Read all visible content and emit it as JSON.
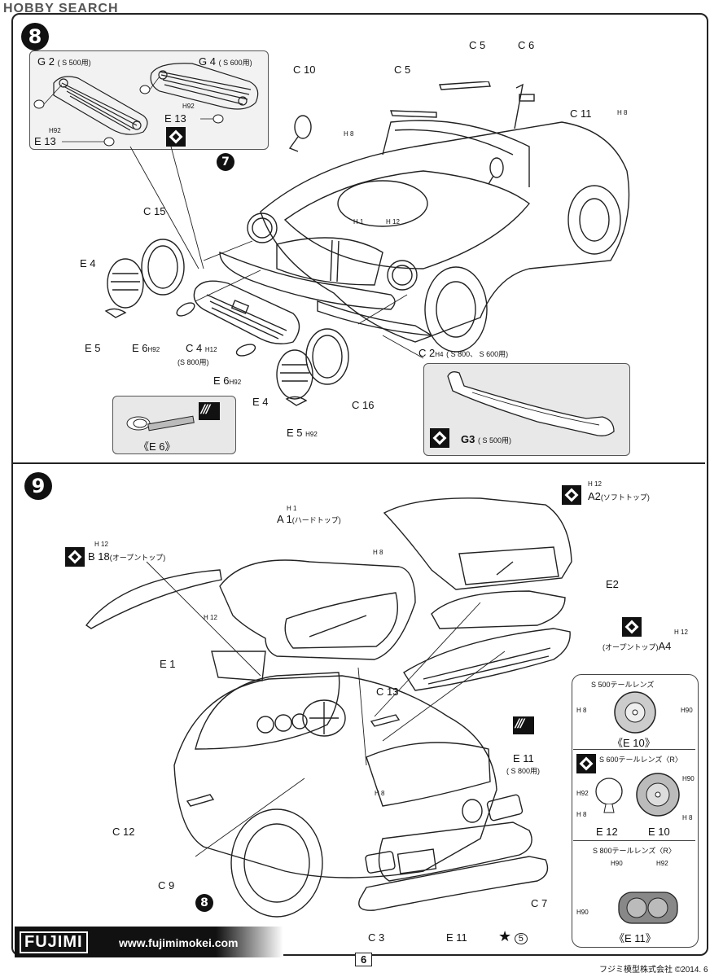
{
  "header": {
    "watermark": "HOBBY SEARCH"
  },
  "step8": {
    "number": "8",
    "subref": "7",
    "grille_box": {
      "g2": "G 2",
      "g2_note": "( S 500用)",
      "g4": "G 4",
      "g4_note": "( S 600用)",
      "h92_a": "H92",
      "h92_b": "H92",
      "e13_a": "E 13",
      "e13_b": "E 13"
    },
    "labels": {
      "c10": "C 10",
      "c5_left": "C 5",
      "c5_right": "C 5",
      "c6": "C 6",
      "c11": "C 11",
      "h8_top": "H 8",
      "h8_right": "H 8",
      "h1": "H 1",
      "h12": "H 12",
      "c15": "C 15",
      "e4_left": "E 4",
      "e5_left": "E 5",
      "e6_left": "E 6",
      "e6_left_h": "H92",
      "c4": "C 4",
      "c4_h": "H12",
      "c4_note": "(S 800用)",
      "e6_mid": "E 6",
      "e6_mid_h": "H92",
      "c2": "C 2",
      "c2_h": "H4",
      "c2_note": "( S 800、 S 600用)",
      "e4_right": "E 4",
      "c16": "C 16",
      "e5_right": "E 5",
      "e5_right_h": "H92",
      "e6_box": "《E 6》",
      "g3": "G3",
      "g3_note": "( S 500用)"
    }
  },
  "step9": {
    "number": "9",
    "subref": "8",
    "labels": {
      "a1_h": "H 1",
      "a1": "A 1",
      "a1_note": "(ハードトップ)",
      "a2_h": "H 12",
      "a2": "A2",
      "a2_note": "(ソフトトップ)",
      "b18_h": "H 12",
      "b18": "B 18",
      "b18_note": "(オープントップ)",
      "h8_a": "H 8",
      "h12_a": "H 12",
      "e2": "E2",
      "a4_h": "H 12",
      "a4_note": "(オープントップ)",
      "a4": "A4",
      "e1": "E 1",
      "c13": "C 13",
      "e11": "E 11",
      "e11_note": "( S 800用)",
      "h8_b": "H 8",
      "c12": "C 12",
      "c9": "C 9",
      "c3": "C 3",
      "e11_bottom": "E 11",
      "c7": "C 7",
      "star_num": "5"
    },
    "tail_box": {
      "s500_title": "S 500テールレンズ",
      "s500_h_left": "H 8",
      "s500_h_right": "H90",
      "s500_part": "《E 10》",
      "s600_title": "S 600テールレンズ〈R〉",
      "s600_h92": "H92",
      "s600_h8": "H 8",
      "s600_h90": "H90",
      "s600_h8b": "H 8",
      "s600_e12": "E 12",
      "s600_e10": "E 10",
      "s800_title": "S 800テールレンズ〈R〉",
      "s800_h90_top": "H90",
      "s800_h92": "H92",
      "s800_h90_left": "H90",
      "s800_part": "《E 11》"
    }
  },
  "footer": {
    "brand": "FUJIMI",
    "url": "www.fujimimokei.com",
    "page": "6",
    "copyright": "フジミ模型株式会社 ©2014. 6"
  }
}
